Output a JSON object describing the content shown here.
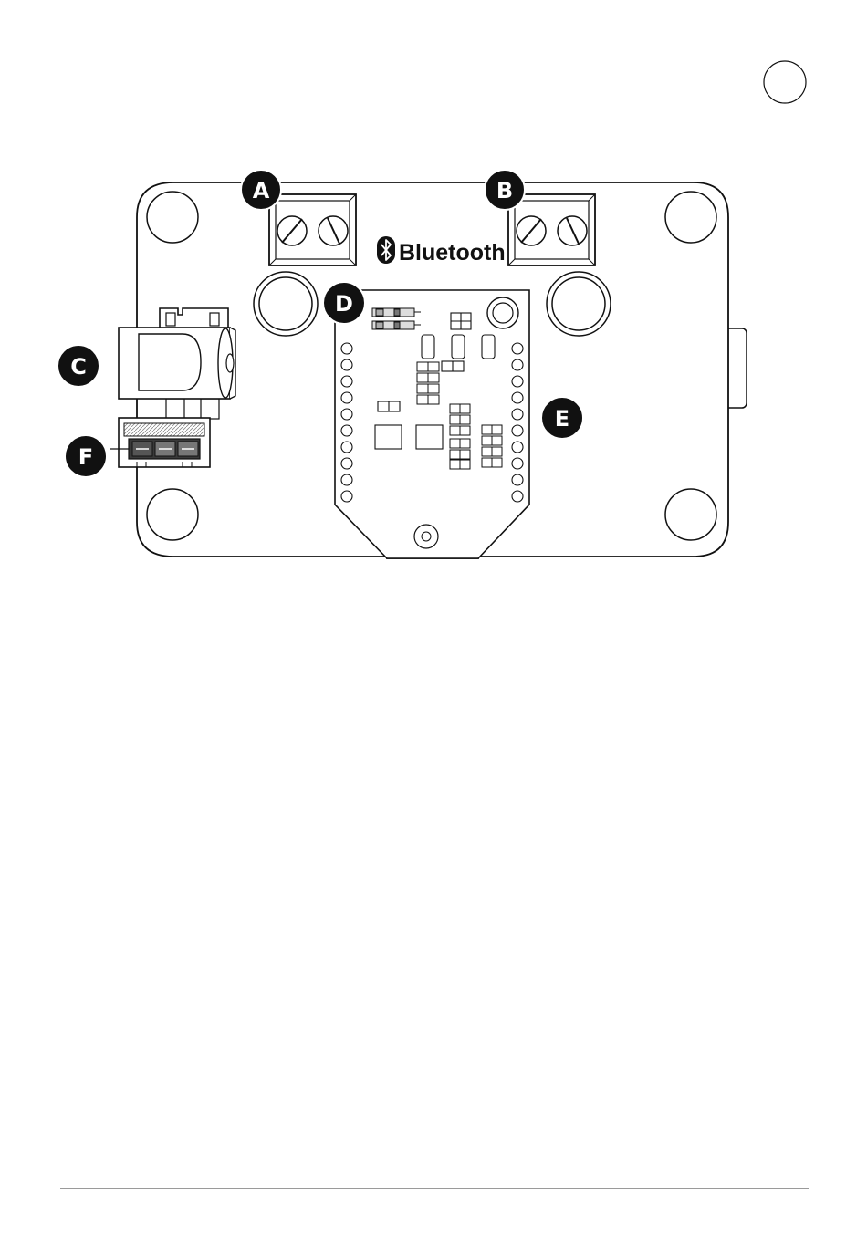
{
  "brand": {
    "label": "Bluetooth",
    "icon": "bluetooth-icon"
  },
  "callouts": [
    {
      "id": "A",
      "label": "A",
      "part": "terminal-block-left"
    },
    {
      "id": "B",
      "label": "B",
      "part": "terminal-block-right"
    },
    {
      "id": "C",
      "label": "C",
      "part": "dc-barrel-jack"
    },
    {
      "id": "D",
      "label": "D",
      "part": "bluetooth-module"
    },
    {
      "id": "E",
      "label": "E",
      "part": "module-header-pins"
    },
    {
      "id": "F",
      "label": "F",
      "part": "three-pin-connector"
    }
  ],
  "page_marker": "",
  "colors": {
    "ink": "#111111",
    "paper": "#ffffff",
    "callout_fill": "#111111",
    "footer_rule": "#9a9a9a"
  }
}
